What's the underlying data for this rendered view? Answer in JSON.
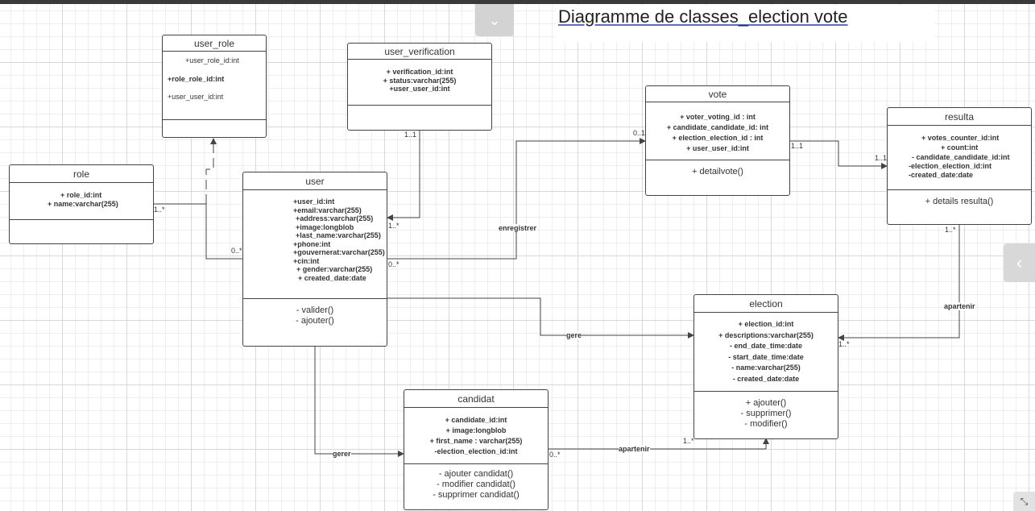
{
  "title": "Diagramme de classes_election vote",
  "colors": {
    "line": "#444444",
    "grid": "#d9d9d9",
    "title_underline": "#5a6fd6"
  },
  "icons": {
    "collapse": "chevron-down-icon",
    "side": "chevron-left-icon",
    "corner": "collapse-arrows-icon"
  },
  "classes": {
    "user_role": {
      "name": "user_role",
      "attrs": [
        "+user_role_id:int",
        "+role_role_id:int",
        "+user_user_id:int"
      ]
    },
    "user_verification": {
      "name": "user_verification",
      "attrs": [
        "+ verification_id:int",
        "+ status:varchar(255)",
        "+user_user_id:int"
      ]
    },
    "role": {
      "name": "role",
      "attrs": [
        "+ role_id:int",
        "+ name:varchar(255)"
      ]
    },
    "user": {
      "name": "user",
      "attrs": [
        "+user_id:int",
        "+email:varchar(255)",
        "+address:varchar(255)",
        "+image:longblob",
        "+last_name:varchar(255)",
        "+phone:int",
        "+gouvernerat:varchar(255)",
        "+cin:int",
        "+ gender:varchar(255)",
        "+ created_date:date"
      ],
      "ops": [
        "- valider()",
        "- ajouter()"
      ]
    },
    "vote": {
      "name": "vote",
      "attrs": [
        "+ voter_voting_id : int",
        "+ candidate_candidate_id: int",
        "+ election_election_id : int",
        "+ user_user_id:int"
      ],
      "ops": [
        "+ detailvote()"
      ]
    },
    "resulta": {
      "name": "resulta",
      "attrs": [
        "+ votes_counter_id:int",
        "+ count:int",
        "- candidate_candidate_id:int",
        "-election_election_id:int",
        "-created_date:date"
      ],
      "ops": [
        "+ details resulta()"
      ]
    },
    "election": {
      "name": "election",
      "attrs": [
        "+ election_id:int",
        "+ descriptions:varchar(255)",
        "- end_date_time:date",
        "- start_date_time:date",
        "- name:varchar(255)",
        "- created_date:date"
      ],
      "ops": [
        "+ ajouter()",
        "- supprimer()",
        "- modifier()"
      ]
    },
    "candidat": {
      "name": "candidat",
      "attrs": [
        "+ candidate_id:int",
        "+ image:longblob",
        "+ first_name : varchar(255)",
        "-election_election_id:int"
      ],
      "ops": [
        "- ajouter candidat()",
        "- modifier candidat()",
        "- supprimer candidat()"
      ]
    }
  },
  "assoc_labels": {
    "enregistrer": "enregistrer",
    "gere": "gere",
    "gerer": "gerer",
    "apartenir_candidat": "apartenir",
    "apartenir_resulta": "apartenir"
  },
  "multiplicities": {
    "role_user": "1..*",
    "user_role_link": "0..*",
    "verif_top": "1..1",
    "verif_user": "1..*",
    "user_vote": "0..*",
    "vote_in": "0..1",
    "vote_out": "1..1",
    "resulta_in": "1..1",
    "resulta_out": "1..*",
    "election_in": "1..*",
    "candidat_out": "0..*",
    "election_bottom": "1..*"
  }
}
